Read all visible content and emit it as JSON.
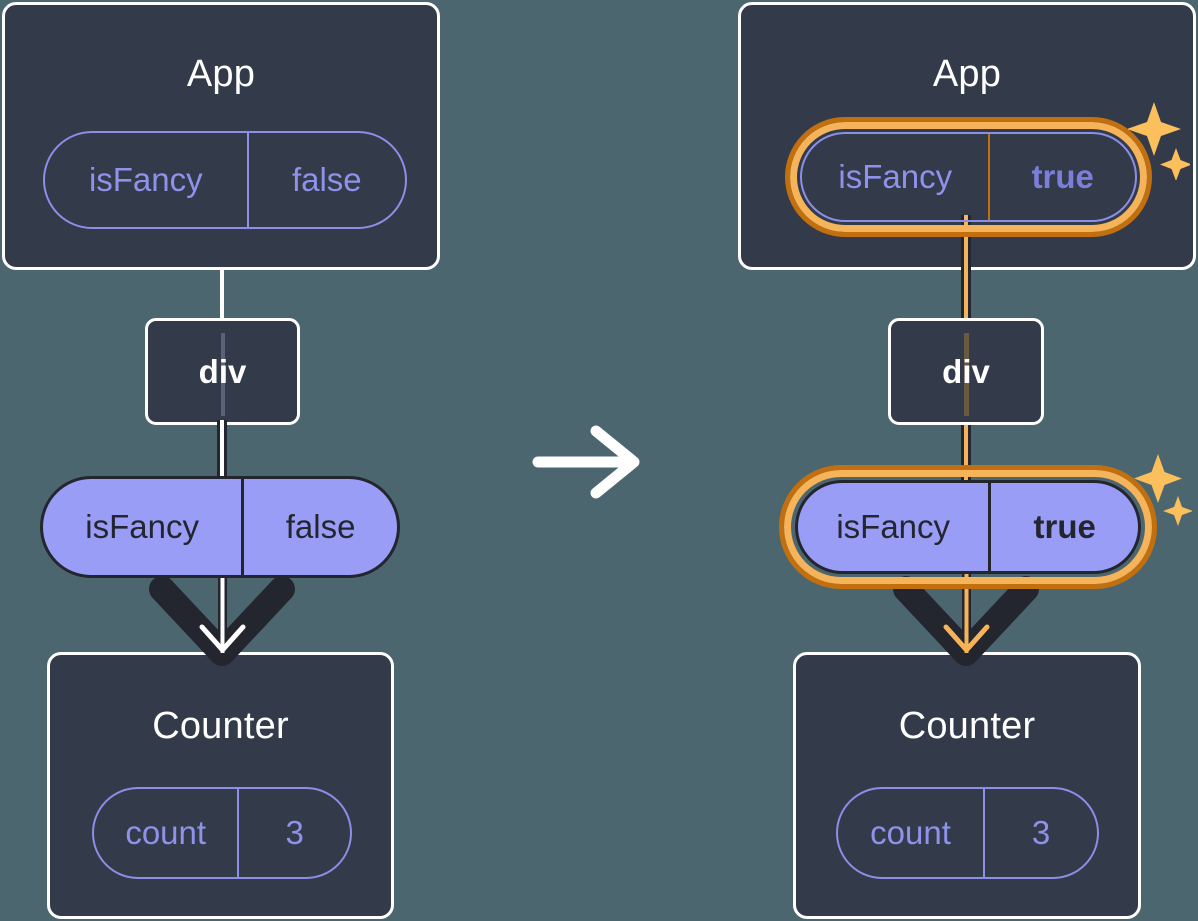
{
  "diagram": {
    "title_before": "App",
    "title_after": "App",
    "transition_icon": "arrow-right-icon",
    "colors": {
      "background": "#4c6670",
      "panel": "#333a49",
      "panel_border": "#ffffff",
      "pill_purple": "#9a9df5",
      "pill_outline": "#8b8fe8",
      "text_purple": "#8e92ea",
      "highlight_orange_light": "#f6b45a",
      "highlight_orange_dark": "#c2700f",
      "dark_line": "#23262f"
    }
  },
  "before": {
    "app": {
      "title": "App",
      "state": {
        "key": "isFancy",
        "value": "false",
        "highlighted": false
      }
    },
    "div": {
      "label": "div"
    },
    "props": {
      "key": "isFancy",
      "value": "false",
      "highlighted": false
    },
    "counter": {
      "title": "Counter",
      "state": {
        "key": "count",
        "value": "3",
        "highlighted": false
      }
    }
  },
  "after": {
    "app": {
      "title": "App",
      "state": {
        "key": "isFancy",
        "value": "true",
        "highlighted": true
      }
    },
    "div": {
      "label": "div"
    },
    "props": {
      "key": "isFancy",
      "value": "true",
      "highlighted": true
    },
    "counter": {
      "title": "Counter",
      "state": {
        "key": "count",
        "value": "3",
        "highlighted": false
      }
    }
  }
}
